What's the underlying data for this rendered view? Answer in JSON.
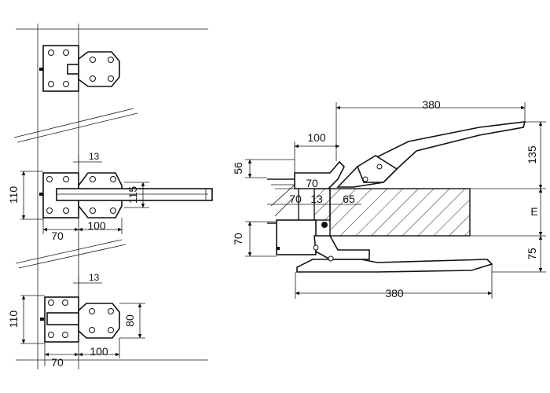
{
  "left_view": {
    "mid": {
      "h110": "110",
      "w13": "13",
      "h115": "115",
      "w70": "70",
      "w100": "100"
    },
    "bottom": {
      "w13": "13",
      "h110": "110",
      "h80": "80",
      "w70": "70",
      "w100": "100"
    }
  },
  "right_view": {
    "w380_top": "380",
    "w100": "100",
    "h56": "56",
    "h135": "135",
    "w70_a": "70",
    "w70_b": "70",
    "w13": "13",
    "w65": "65",
    "gap_E": "E",
    "h70": "70",
    "h75": "75",
    "w380_bottom": "380"
  }
}
